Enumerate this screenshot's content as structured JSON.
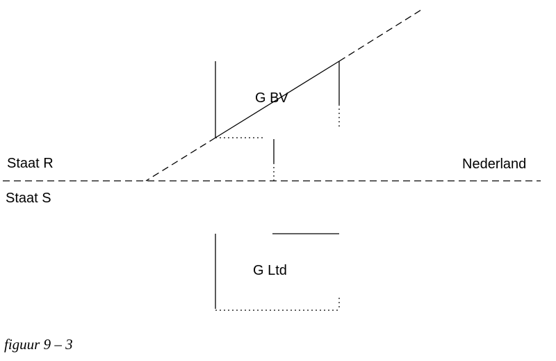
{
  "labels": {
    "state_r": "Staat R",
    "state_s": "Staat S",
    "country_nl": "Nederland",
    "entity_top": "G BV",
    "entity_bottom": "G Ltd"
  },
  "caption": "figuur 9 – 3",
  "colors": {
    "ink": "#000000",
    "background": "#ffffff"
  }
}
